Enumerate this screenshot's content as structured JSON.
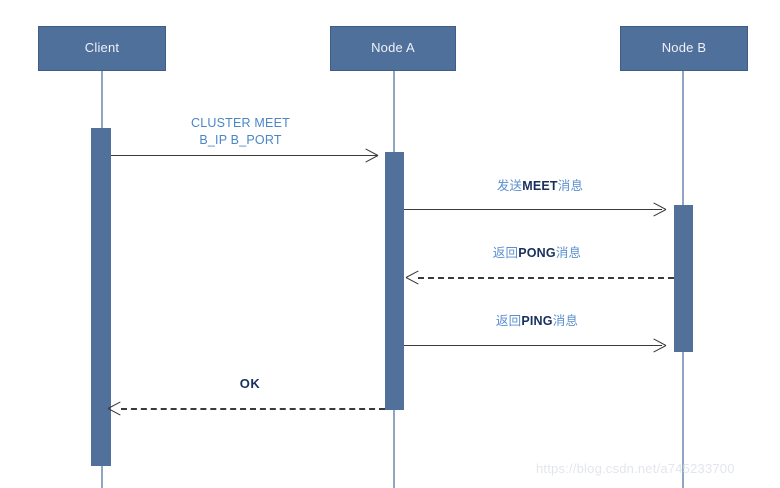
{
  "diagram": {
    "title": "Redis Cluster CLUSTER MEET sequence",
    "colors": {
      "participant_fill": "#50709c",
      "participant_text": "#eef2f7",
      "activation_fill": "#51719b",
      "lifeline": "#8ea6c4",
      "arrow": "#3a3a3a",
      "label_blue": "#4a86c8",
      "label_dark": "#17305c",
      "watermark": "#e2e6ec",
      "background": "#ffffff"
    }
  },
  "participants": [
    {
      "id": "client",
      "label": "Client"
    },
    {
      "id": "node_a",
      "label": "Node A"
    },
    {
      "id": "node_b",
      "label": "Node B"
    }
  ],
  "messages": [
    {
      "id": "m1",
      "from": "client",
      "to": "node_a",
      "direction": "right",
      "style": "solid",
      "label": "CLUSTER MEET\nB_IP B_PORT",
      "label_lines": [
        "CLUSTER MEET",
        "B_IP B_PORT"
      ],
      "emphasis": "none"
    },
    {
      "id": "m2",
      "from": "node_a",
      "to": "node_b",
      "direction": "right",
      "style": "solid",
      "label": "发送MEET消息",
      "label_prefix": "发送",
      "label_keyword": "MEET",
      "label_suffix": "消息",
      "emphasis": "keyword"
    },
    {
      "id": "m3",
      "from": "node_b",
      "to": "node_a",
      "direction": "left",
      "style": "dashed",
      "label": "返回PONG消息",
      "label_prefix": "返回",
      "label_keyword": "PONG",
      "label_suffix": "消息",
      "emphasis": "keyword"
    },
    {
      "id": "m4",
      "from": "node_a",
      "to": "node_b",
      "direction": "right",
      "style": "solid",
      "label": "返回PING消息",
      "label_prefix": "返回",
      "label_keyword": "PING",
      "label_suffix": "消息",
      "emphasis": "keyword"
    },
    {
      "id": "m5",
      "from": "node_a",
      "to": "client",
      "direction": "left",
      "style": "dashed",
      "label": "OK",
      "emphasis": "bold-dark"
    }
  ],
  "watermark": {
    "text": "https://blog.csdn.net/a745233700"
  }
}
